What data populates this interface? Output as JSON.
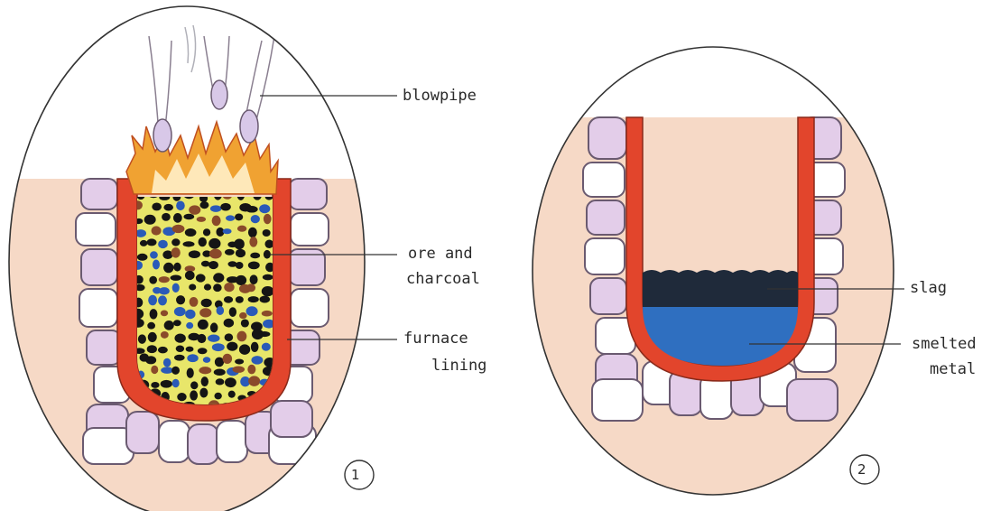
{
  "diagram": {
    "panel1": {
      "number": "1",
      "labels": {
        "blowpipe": "blowpipe",
        "ore_line1": "ore and",
        "ore_line2": "charcoal",
        "lining_line1": "furnace",
        "lining_line2": "lining"
      }
    },
    "panel2": {
      "number": "2",
      "labels": {
        "slag": "slag",
        "metal_line1": "smelted",
        "metal_line2": "metal"
      }
    },
    "colors": {
      "soil": "#f6d9c6",
      "stone": "#e3cde9",
      "stone_outline": "#6a5a70",
      "lining": "#e2452c",
      "charge_bg": "#e8e66a",
      "slag": "#1f2a3a",
      "metal": "#2f6fc0",
      "flame": "#f0a232"
    }
  }
}
